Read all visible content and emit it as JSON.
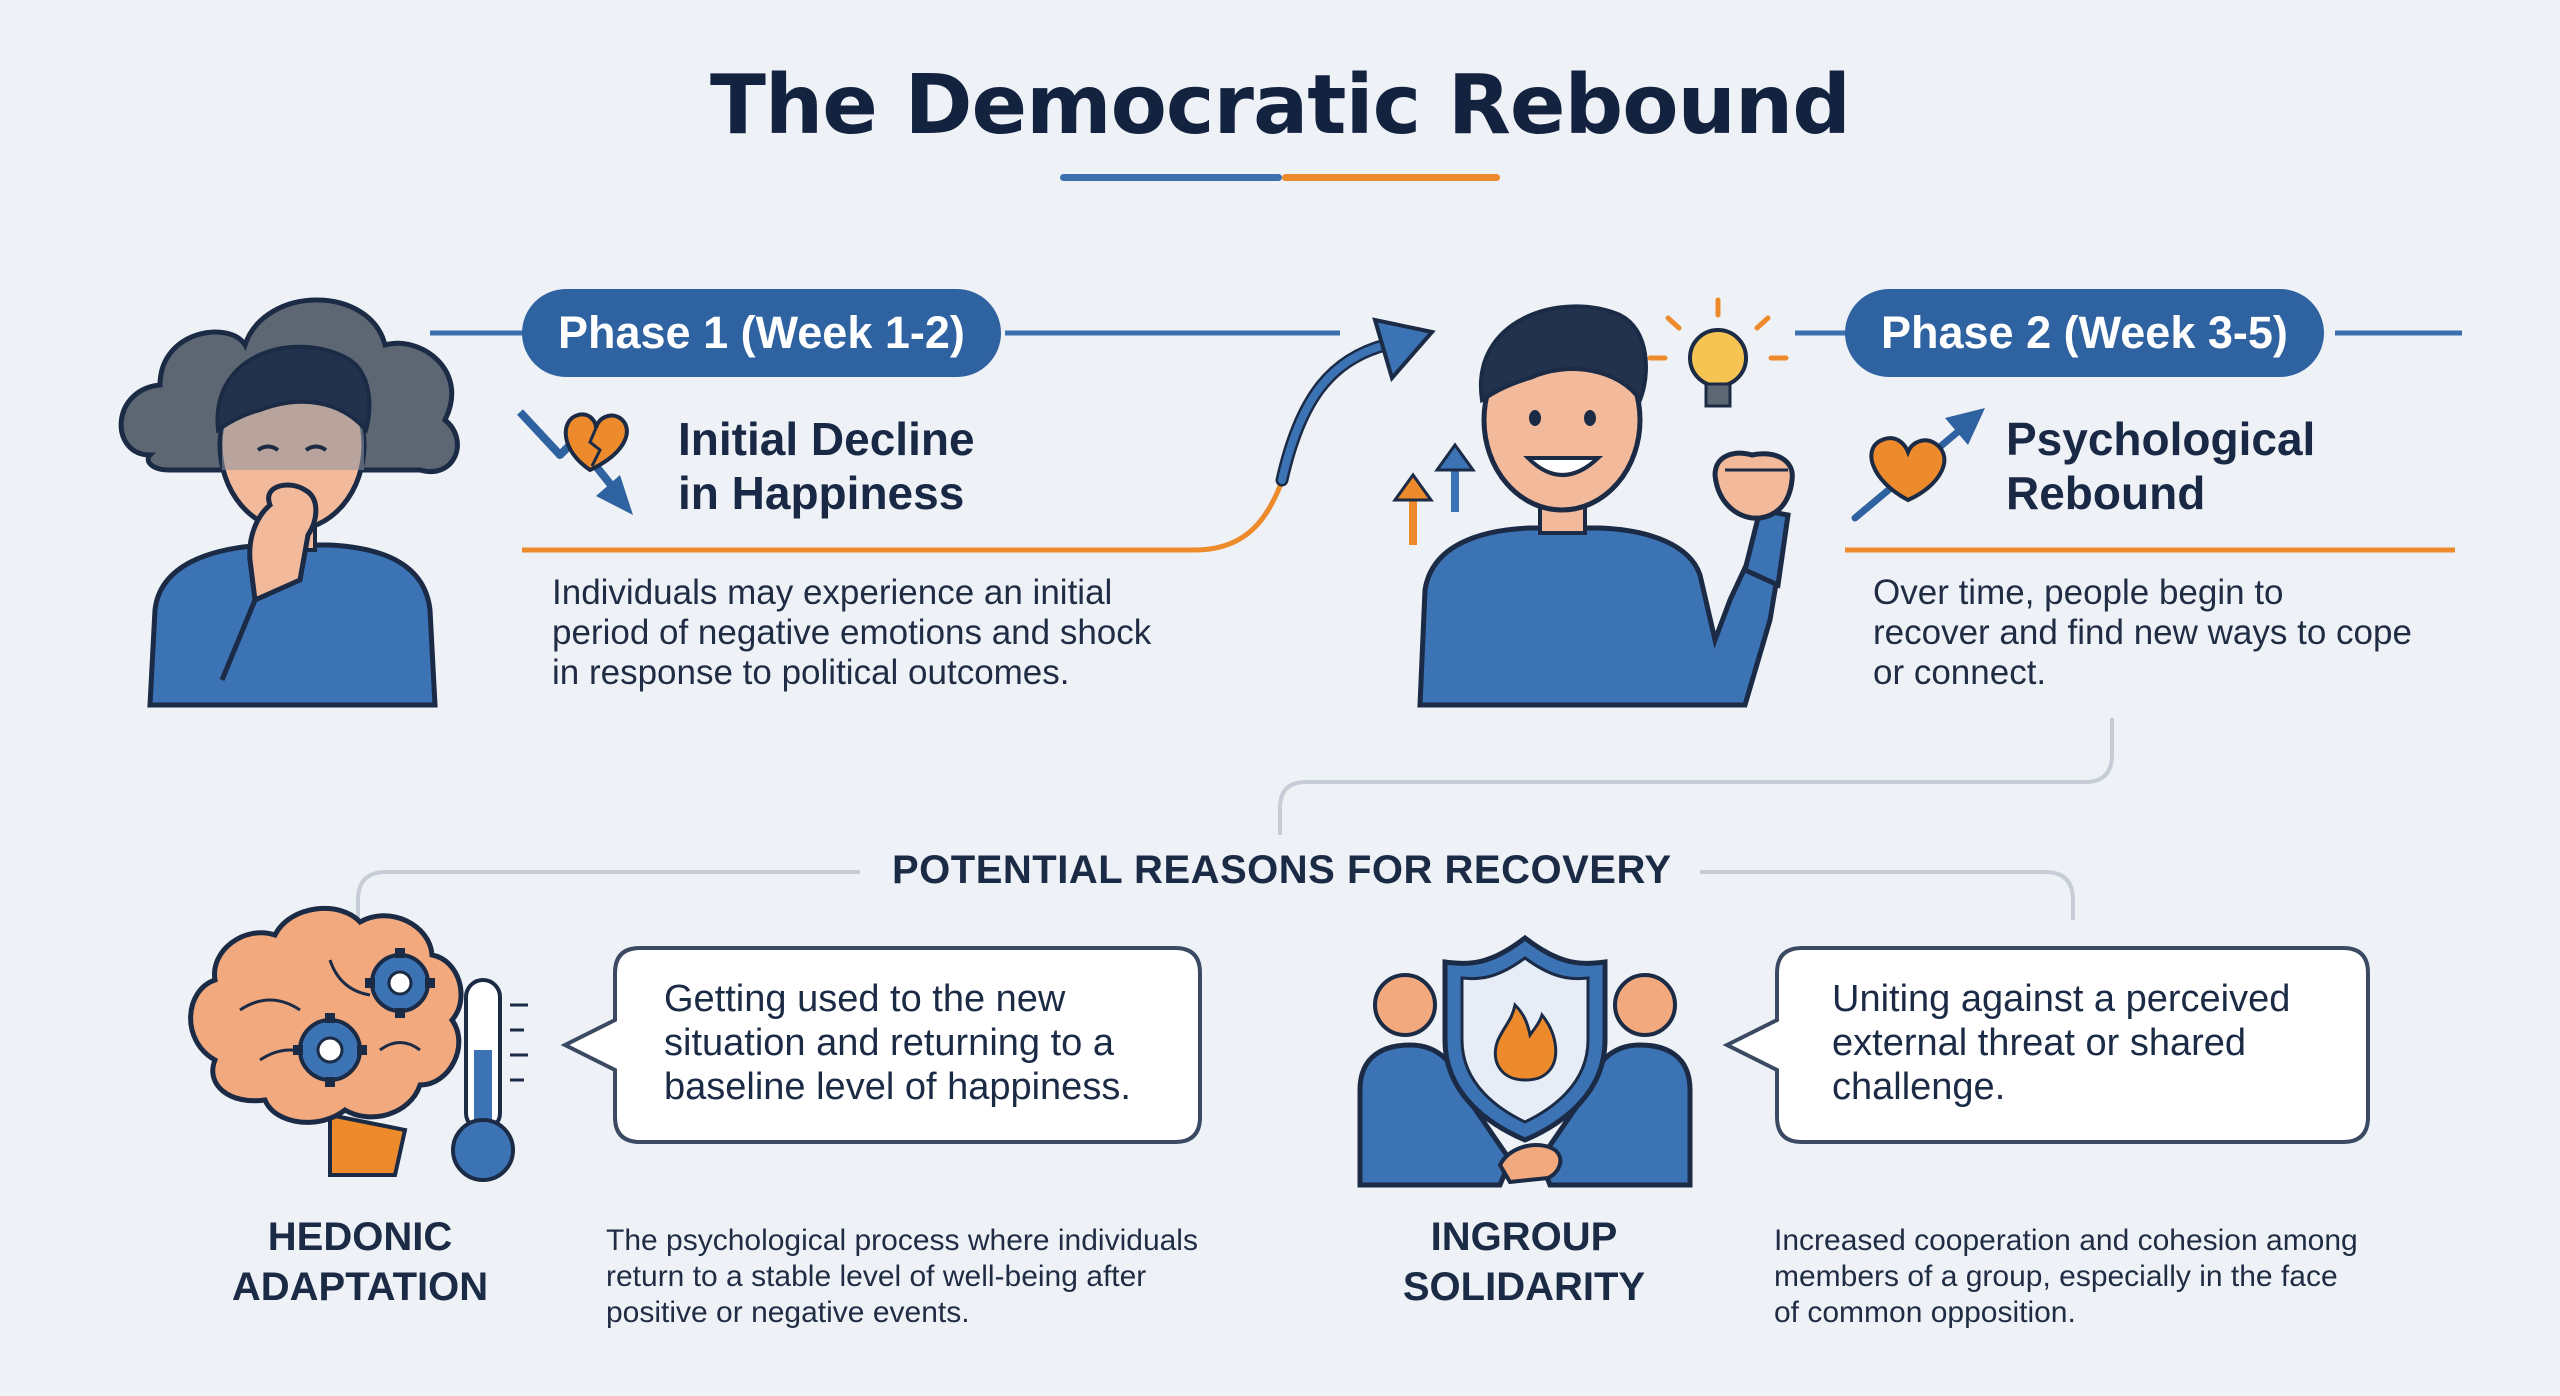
{
  "title": "The Democratic Rebound",
  "phase1": {
    "badge": "Phase 1 (Week 1-2)",
    "heading_line1": "Initial Decline",
    "heading_line2": "in Happiness",
    "desc_lines": [
      "Individuals may experience an initial",
      "period of negative emotions and shock",
      "in response to political outcomes."
    ]
  },
  "phase2": {
    "badge": "Phase 2 (Week 3-5)",
    "heading_line1": "Psychological",
    "heading_line2": "Rebound",
    "desc_lines": [
      "Over time, people begin to",
      "recover and find new ways to cope",
      "or connect."
    ]
  },
  "reasons": {
    "section_title": "POTENTIAL REASONS FOR RECOVERY",
    "hedonic": {
      "bubble_lines": [
        "Getting used to the new",
        "situation and returning to a",
        "baseline level of happiness."
      ],
      "name_line1": "HEDONIC",
      "name_line2": "ADAPTATION",
      "desc_lines": [
        "The psychological process where individuals",
        "return to a stable level of well-being after",
        "positive or negative events."
      ]
    },
    "ingroup": {
      "bubble_lines": [
        "Uniting against a perceived",
        "external threat or shared",
        "challenge."
      ],
      "name_line1": "INGROUP",
      "name_line2": "SOLIDARITY",
      "desc_lines": [
        "Increased cooperation and cohesion among",
        "members of a group, especially in the face",
        "of common opposition."
      ]
    }
  },
  "colors": {
    "navy": "#13233f",
    "blue": "#2f62a0",
    "orange": "#ec8a2c",
    "background": "#eef2f7",
    "connector_gray": "#c7cdd6"
  },
  "icons": [
    "sad-person-storm-cloud-icon",
    "broken-heart-down-arrow-icon",
    "rising-arrow-icon",
    "happy-person-fist-icon",
    "lightbulb-icon",
    "up-arrows-icon",
    "heart-up-arrow-icon",
    "brain-gears-icon",
    "thermometer-icon",
    "shield-flame-icon",
    "handshake-people-icon"
  ]
}
